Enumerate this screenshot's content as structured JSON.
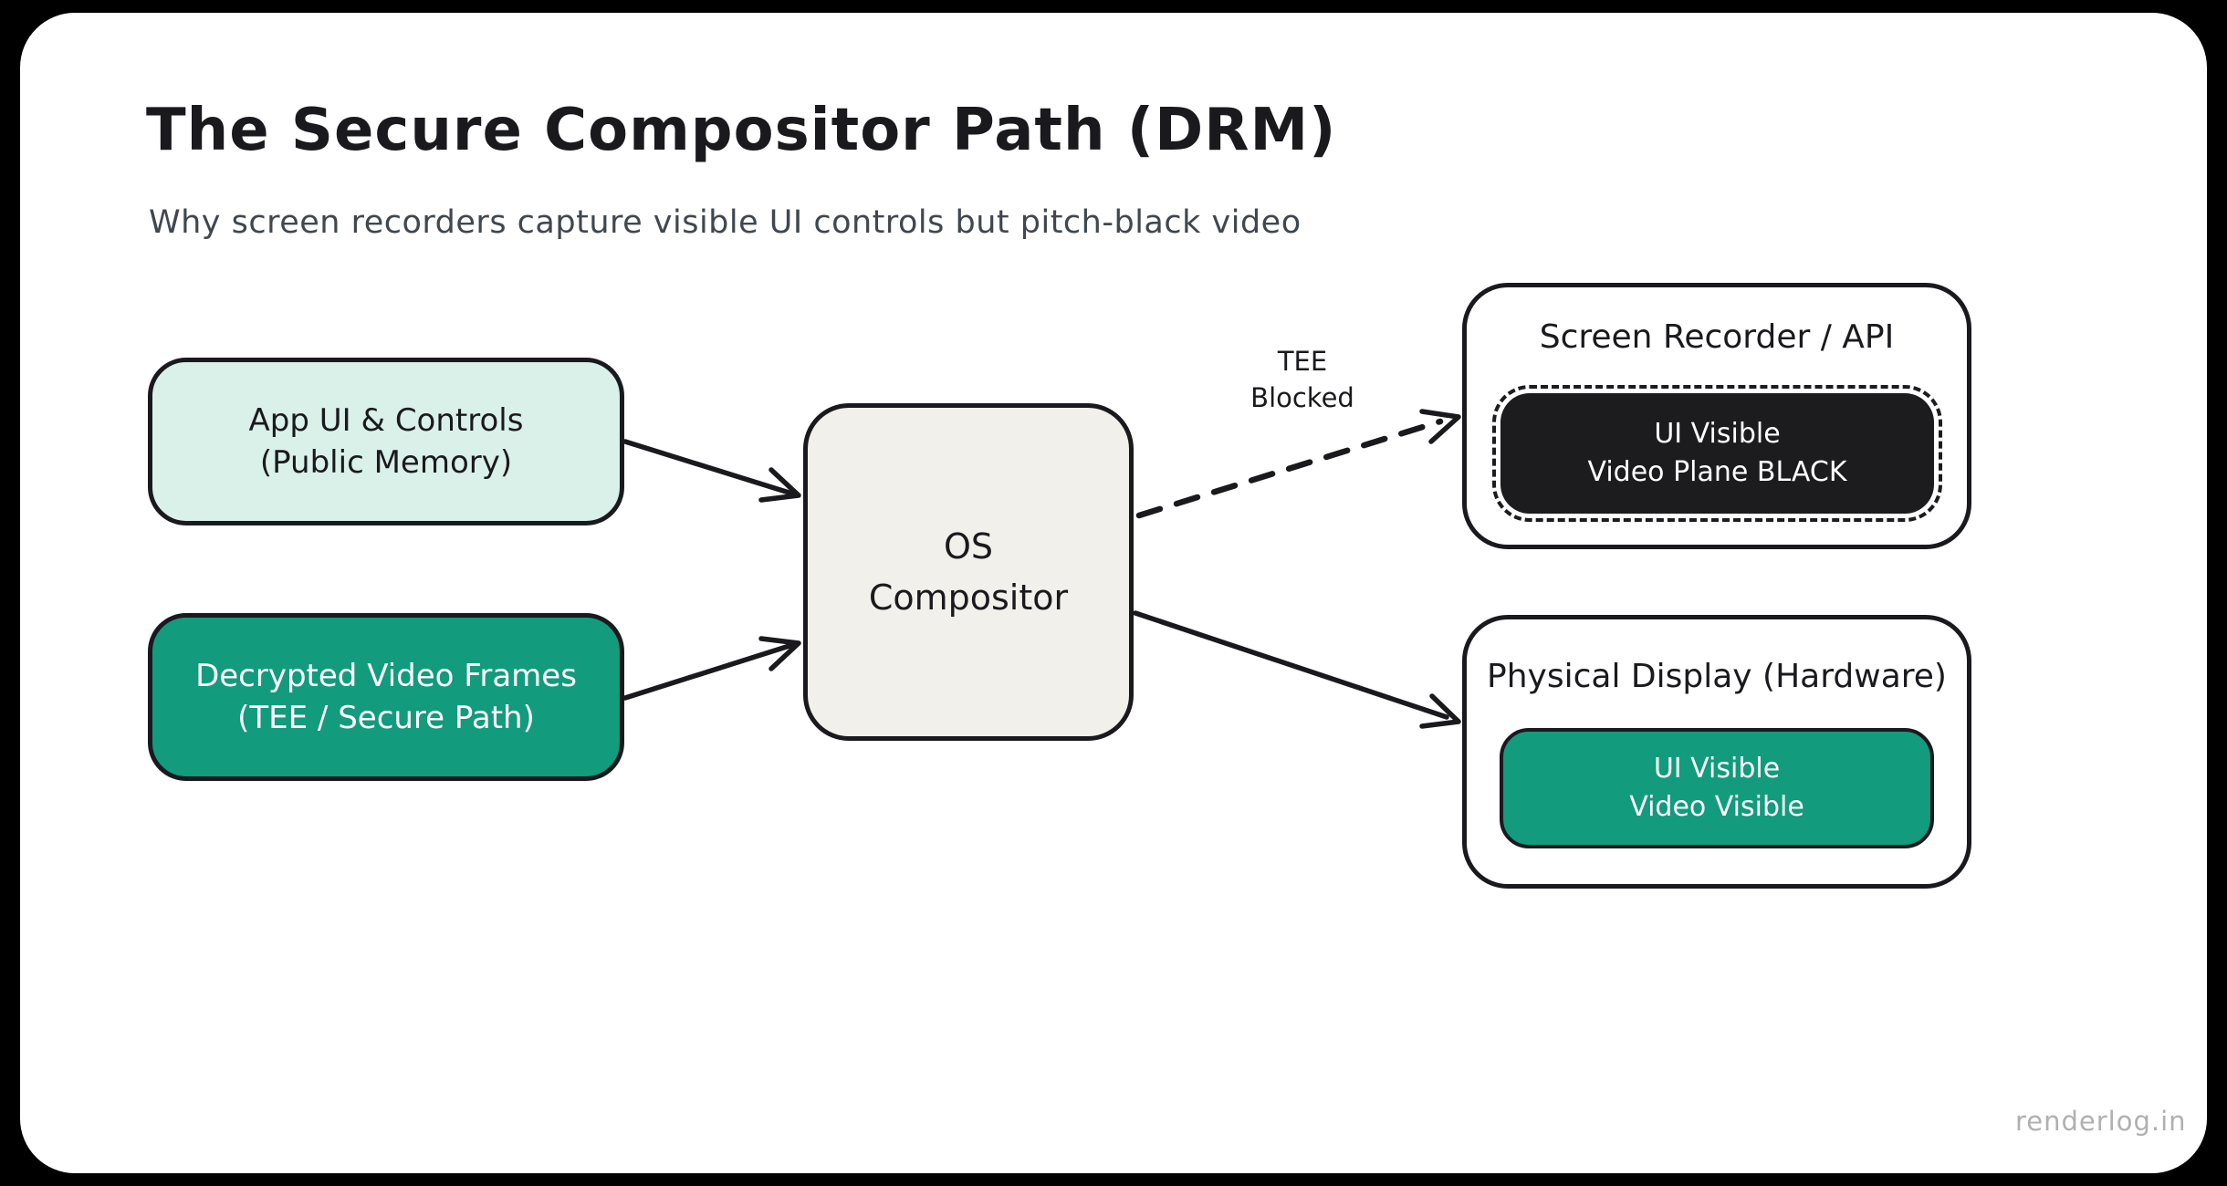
{
  "header": {
    "title": "The Secure Compositor Path (DRM)",
    "subtitle": "Why screen recorders capture visible UI controls but pitch-black video"
  },
  "nodes": {
    "app_ui": {
      "line1": "App UI & Controls",
      "line2": "(Public Memory)"
    },
    "decrypted_video": {
      "line1": "Decrypted Video Frames",
      "line2": "(TEE / Secure Path)"
    },
    "os_compositor": {
      "line1": "OS",
      "line2": "Compositor"
    },
    "screen_recorder": {
      "title": "Screen Recorder / API",
      "result_line1": "UI Visible",
      "result_line2": "Video Plane BLACK"
    },
    "physical_display": {
      "title": "Physical Display (Hardware)",
      "result_line1": "UI Visible",
      "result_line2": "Video Visible"
    }
  },
  "edge_labels": {
    "tee_blocked_line1": "TEE",
    "tee_blocked_line2": "Blocked"
  },
  "watermark": "renderlog.in",
  "colors": {
    "canvas_bg": "#000000",
    "card_bg": "#ffffff",
    "ink": "#1a1a1e",
    "subtitle_text": "#40474f",
    "mint_fill": "#d9f1e9",
    "green_fill": "#129b7d",
    "compositor_fill": "#f1f0ea",
    "black_fill": "#1c1c1f",
    "watermark_text": "#b0b0b0"
  }
}
